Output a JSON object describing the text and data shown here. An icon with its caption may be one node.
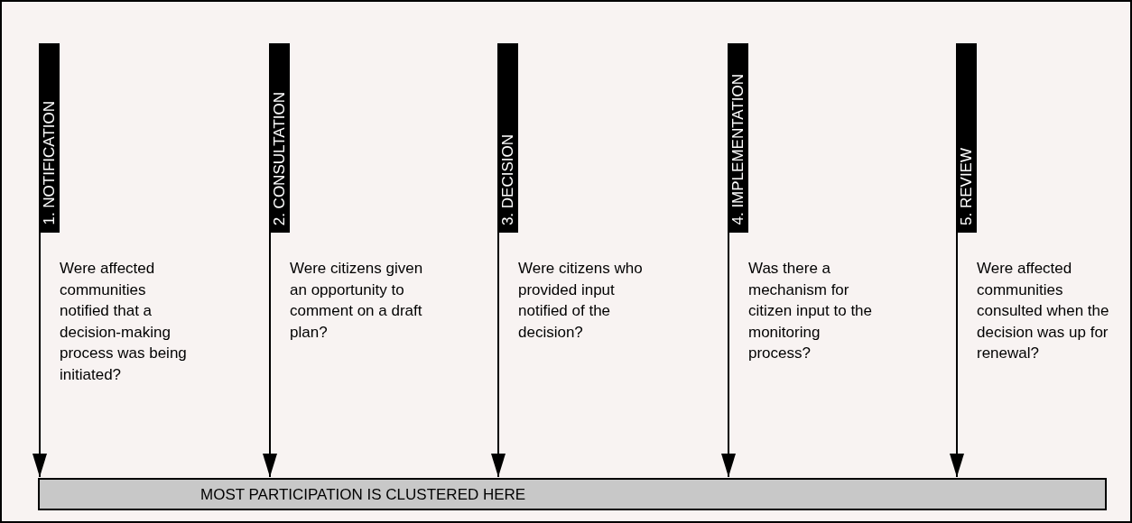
{
  "diagram": {
    "nodes": [
      {
        "text": [
          "1. NOTIFICATION"
        ],
        "beside": [
          "Were affected communities notified that a decision-making process was being initiated?"
        ]
      },
      {
        "text": [
          "2. CONSULTATION"
        ],
        "beside": [
          "Were citizens given an opportunity to comment on a draft plan?"
        ]
      },
      {
        "text": [
          "3. DECISION"
        ],
        "beside": [
          "Were citizens who provided input notified of the decision?"
        ]
      },
      {
        "text": [
          "4. IMPLEMENTATION"
        ],
        "beside": [
          "Was there a mechanism for citizen input to the monitoring process?"
        ]
      },
      {
        "text": [
          "5. REVIEW"
        ],
        "beside": [
          "Were affected communities consulted when the decision was up for renewal?"
        ]
      },
      {
        "text": [
          "MOST PARTICIPATION IS CLUSTERED HERE"
        ]
      }
    ],
    "edges": [
      {
        "from": 0,
        "to": 5,
        "arrow": "to"
      },
      {
        "from": 1,
        "to": 5,
        "arrow": "to"
      },
      {
        "from": 2,
        "to": 5,
        "arrow": "to"
      },
      {
        "from": 3,
        "to": 5,
        "arrow": "to"
      },
      {
        "from": 4,
        "to": 5,
        "arrow": "to"
      }
    ]
  }
}
